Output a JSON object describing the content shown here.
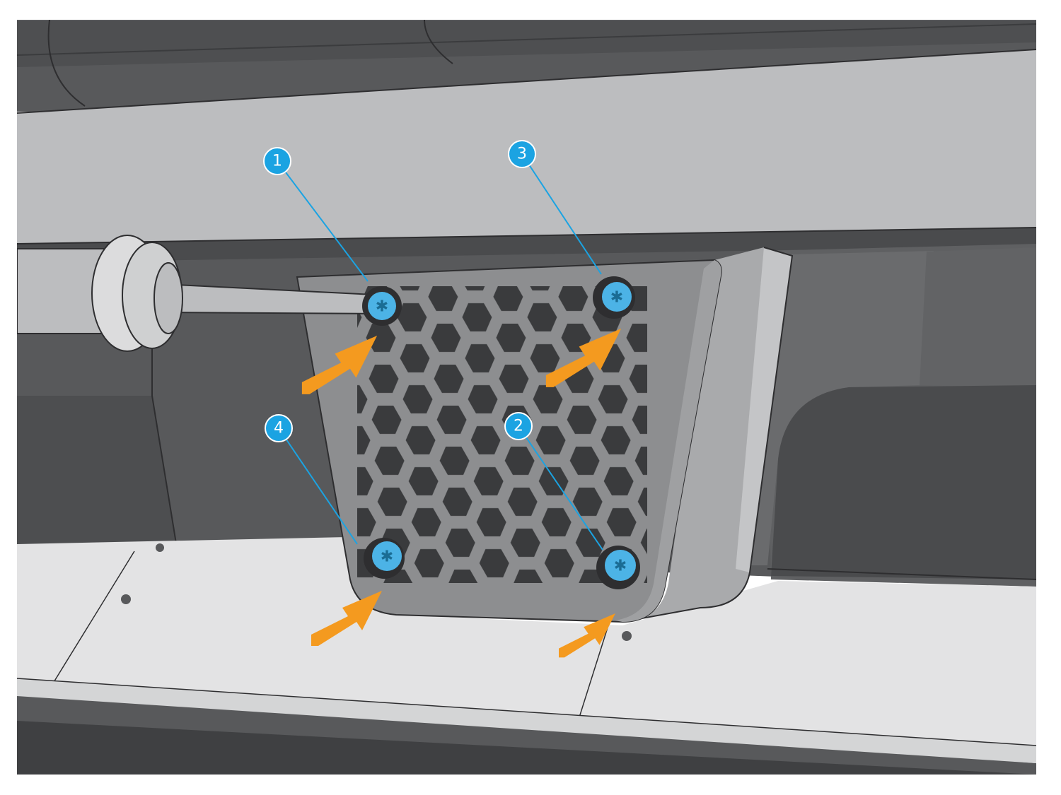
{
  "figure": {
    "callouts": [
      {
        "id": "screw-1",
        "label": "1"
      },
      {
        "id": "screw-2",
        "label": "2"
      },
      {
        "id": "screw-3",
        "label": "3"
      },
      {
        "id": "screw-4",
        "label": "4"
      }
    ],
    "colors": {
      "callout": "#1ba3e2",
      "arrow": "#f49a1f",
      "screw": "#4cb3e6",
      "panel_dark": "#58595b",
      "panel_light": "#bcbdbf",
      "floor": "#e3e3e4",
      "grille": "#8d8e90"
    },
    "icons": {
      "tool": "torx-screwdriver-icon",
      "direction": "orange-arrow-icon",
      "fastener": "torx-screw-icon"
    }
  }
}
